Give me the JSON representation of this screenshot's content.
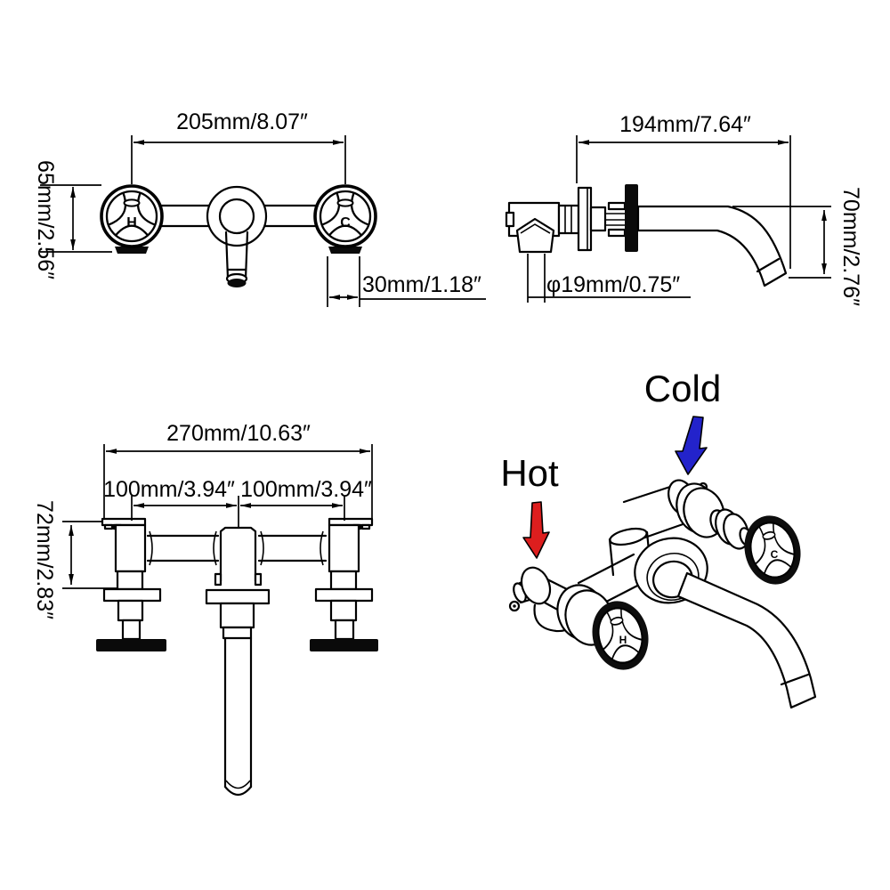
{
  "colors": {
    "ink": "#000000",
    "paper": "#ffffff",
    "hot_arrow": "#dd1e1e",
    "cold_arrow": "#2323cb"
  },
  "front_view": {
    "width_dim": "205mm/8.07″",
    "height_dim": "65mm/2.56″",
    "handle_dim": "30mm/1.18″",
    "hot_handle_letter": "H",
    "cold_handle_letter": "C"
  },
  "side_view": {
    "length_dim": "194mm/7.64″",
    "height_dim": "70mm/2.76″",
    "diameter_dim": "φ19mm/0.75″"
  },
  "rough_in_view": {
    "overall_width_dim": "270mm/10.63″",
    "left_spacing_dim": "100mm/3.94″",
    "right_spacing_dim": "100mm/3.94″",
    "height_dim": "72mm/2.83″"
  },
  "perspective_view": {
    "hot_label": "Hot",
    "cold_label": "Cold",
    "hot_handle_letter": "H",
    "cold_handle_letter": "C"
  }
}
